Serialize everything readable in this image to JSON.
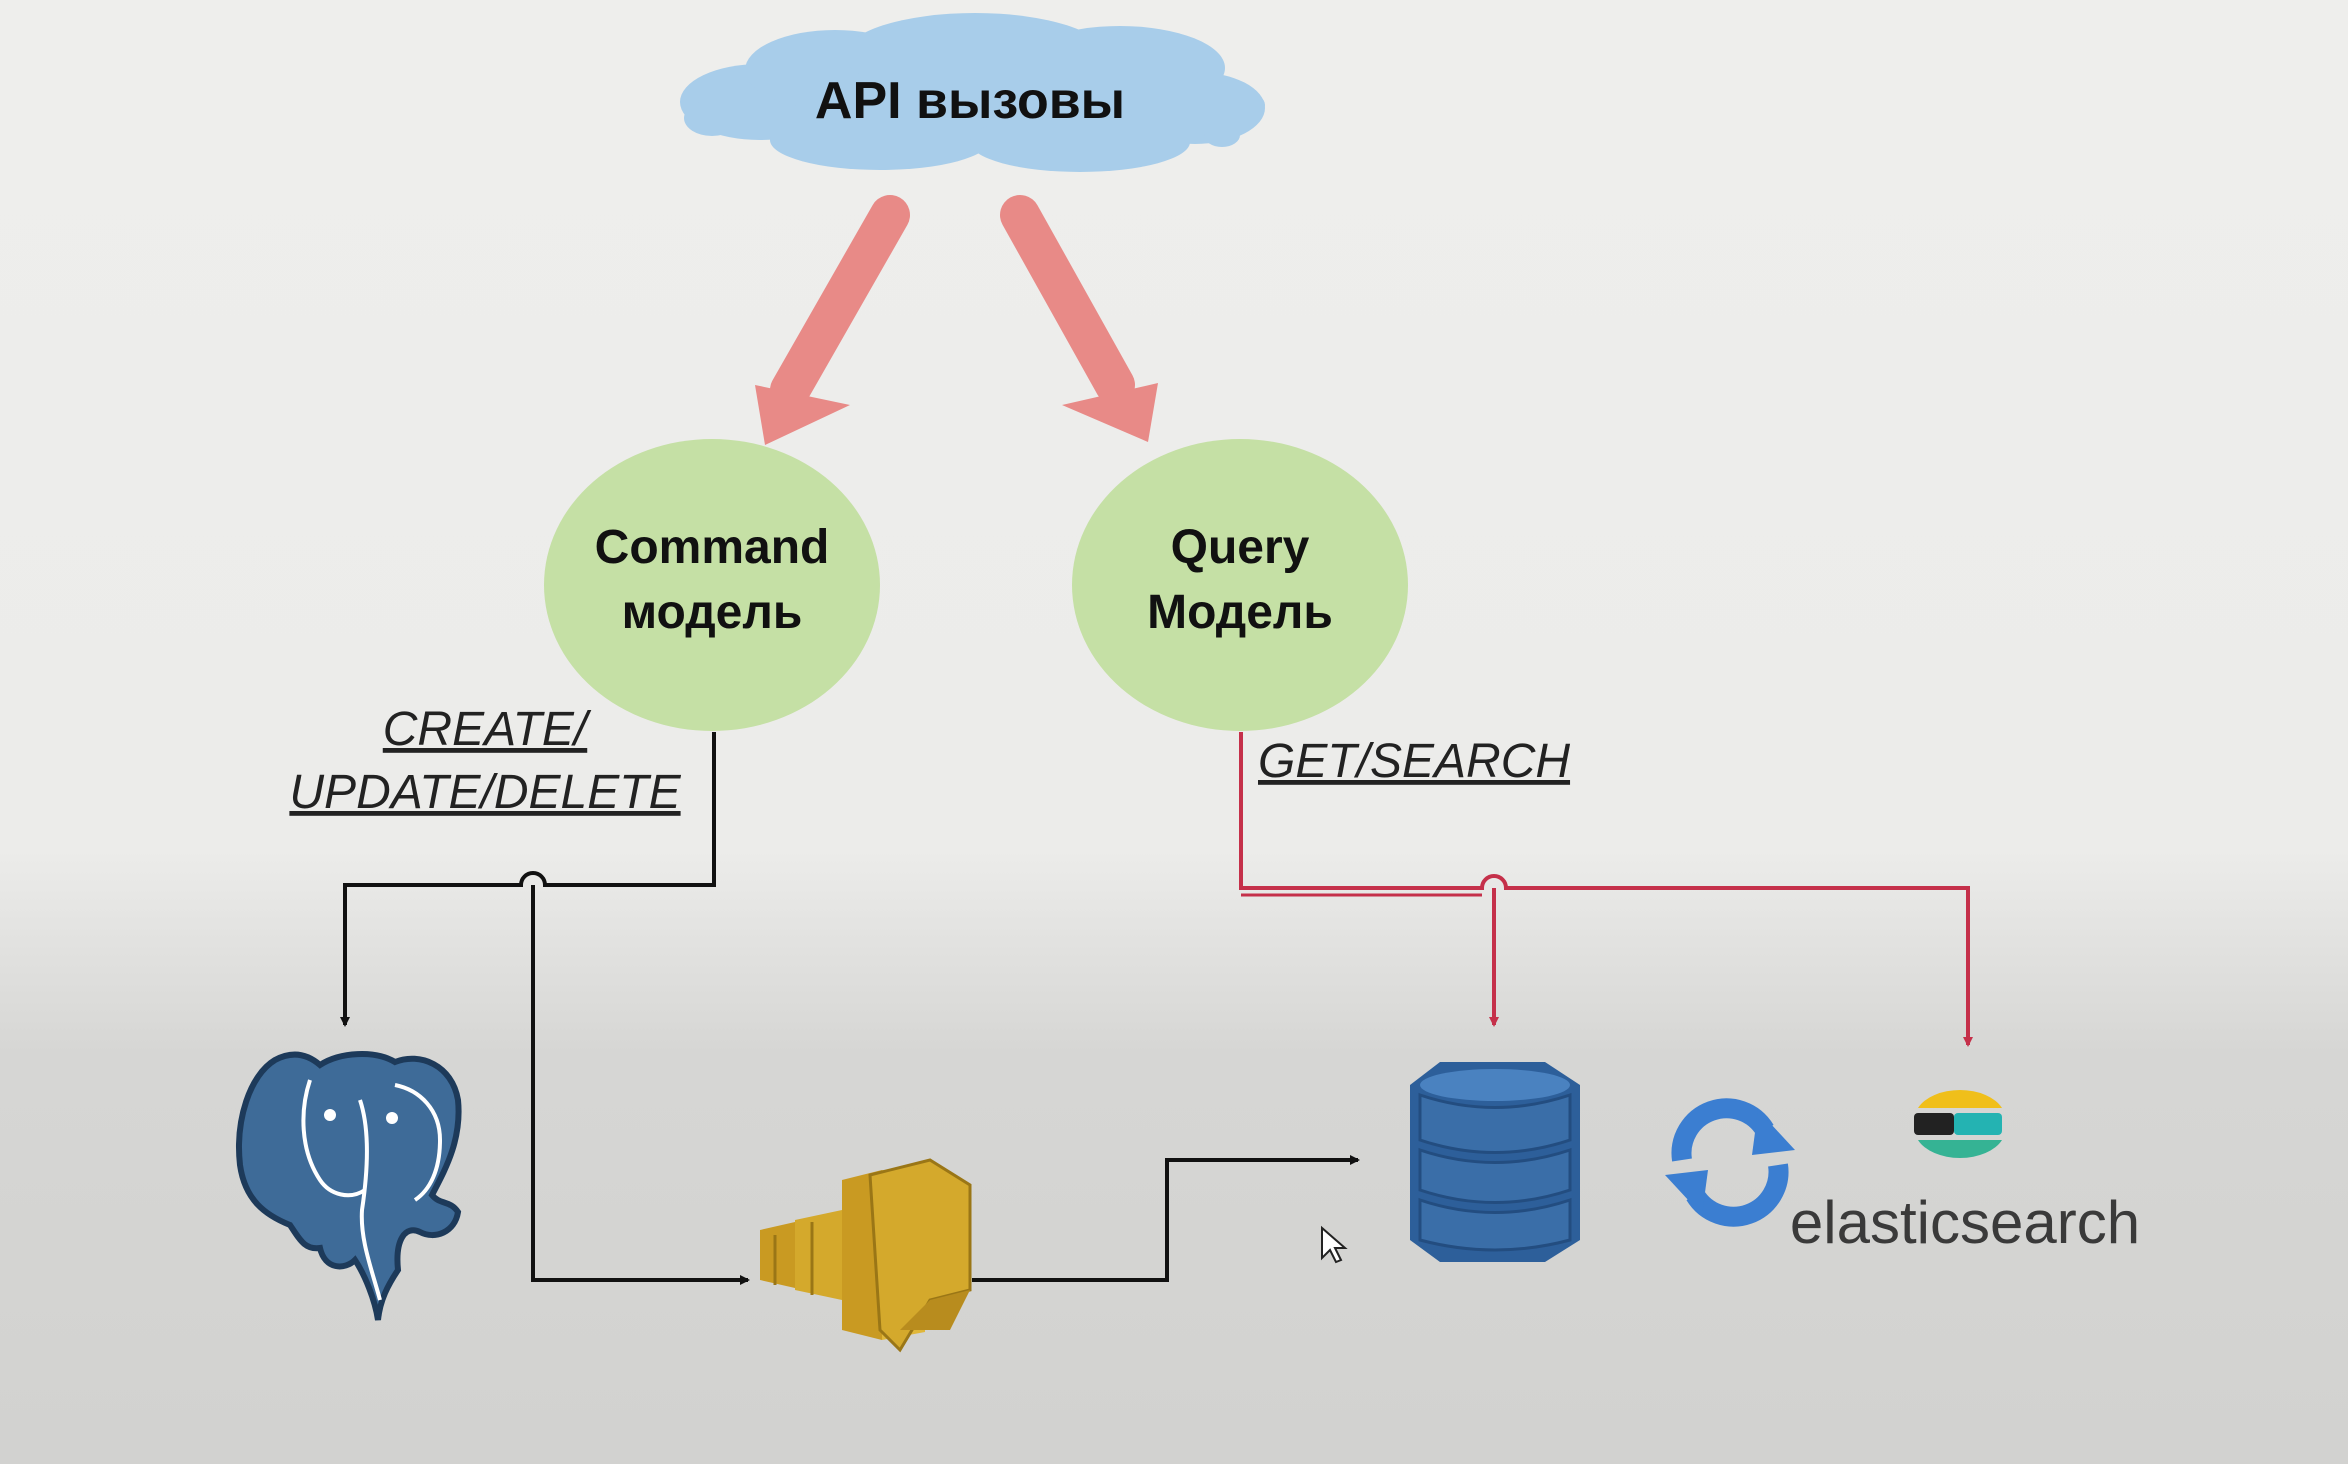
{
  "diagram": {
    "api_cloud": {
      "label": "API вызовы"
    },
    "command_model": {
      "line1": "Command",
      "line2": "модель"
    },
    "query_model": {
      "line1": "Query",
      "line2": "Модель"
    },
    "write_ops": {
      "line1": "CREATE/",
      "line2": "UPDATE/DELETE"
    },
    "read_ops": {
      "label": "GET/SEARCH"
    },
    "elasticsearch": {
      "label": "elasticsearch"
    }
  },
  "icons": {
    "postgres": "postgresql-elephant-icon",
    "queue": "message-queue-icon",
    "dynamodb": "database-stack-icon",
    "sync": "sync-arrows-icon",
    "es_logo": "elasticsearch-logo-icon",
    "cursor": "mouse-cursor-icon"
  },
  "colors": {
    "cloud": "#a8cdea",
    "model_circle": "#c5e0a5",
    "big_arrow": "#e88a87",
    "write_line": "#111111",
    "read_line": "#c5304a",
    "db_blue": "#3a6ea8",
    "queue_gold": "#d4a92c",
    "sync_blue": "#3b7ed1"
  }
}
